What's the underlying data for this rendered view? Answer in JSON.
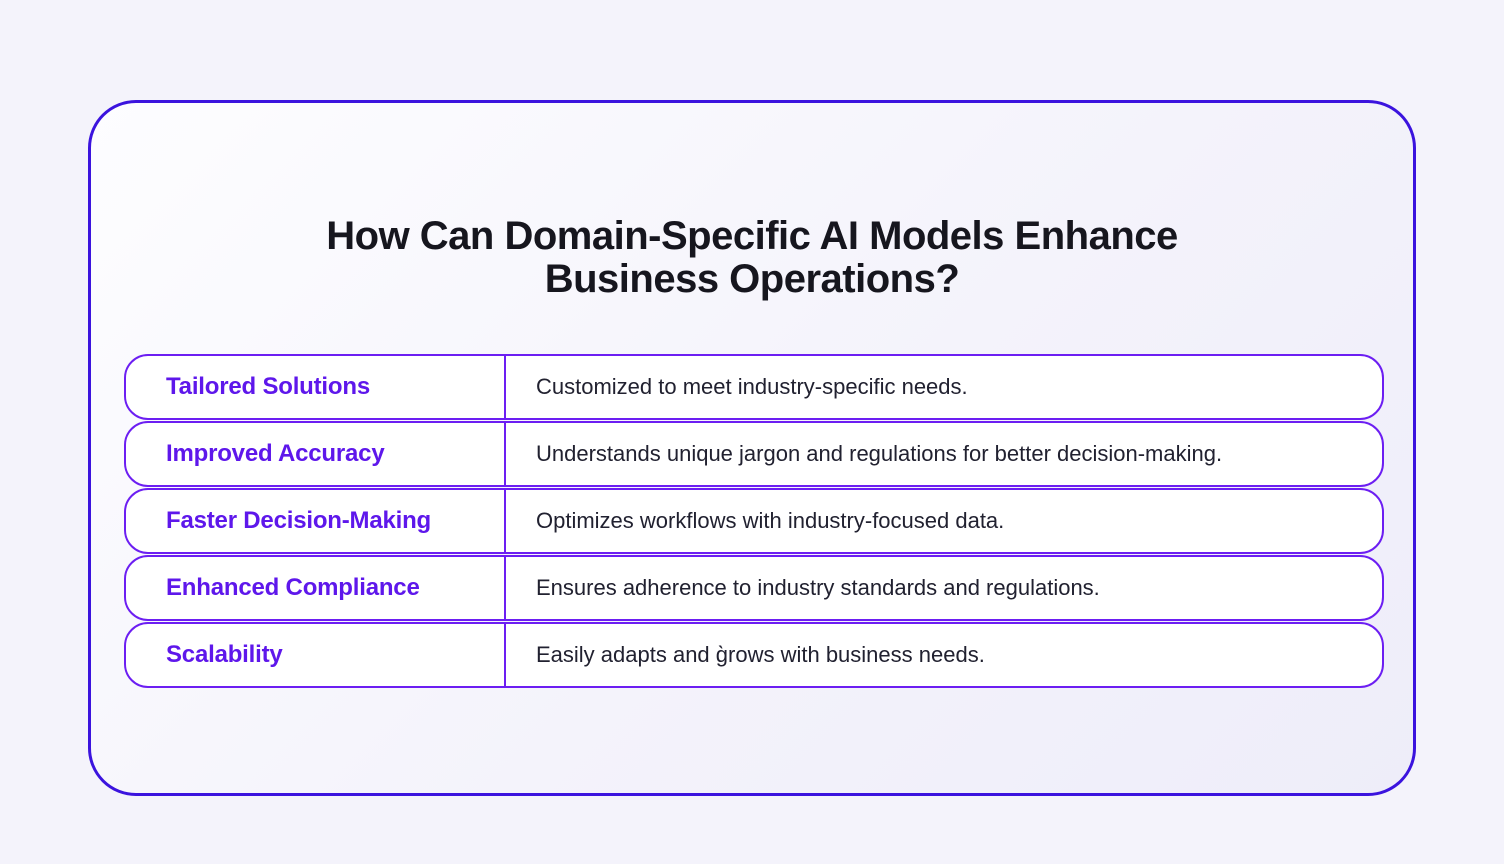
{
  "card": {
    "title": {
      "line1": "How Can Domain-Specific AI Models Enhance",
      "line2": "Business Operations?"
    },
    "table": {
      "rows": [
        {
          "label": "Tailored Solutions",
          "description": "Customized to meet industry-specific needs."
        },
        {
          "label": "Improved Accuracy",
          "description": "Understands unique jargon and regulations for better decision-making."
        },
        {
          "label": "Faster Decision-Making",
          "description": "Optimizes workflows with industry-focused data."
        },
        {
          "label": "Enhanced Compliance",
          "description": "Ensures adherence to industry standards and regulations."
        },
        {
          "label": "Scalability",
          "description": "Easily adapts and g̀rows with business needs."
        }
      ]
    },
    "colors": {
      "page_background": "#f4f3fb",
      "card_background": "#fafafd",
      "card_border": "#3b13de",
      "row_border": "#6c1ef2",
      "row_background": "#ffffff",
      "label_text": "#5e17eb",
      "description_text": "#212130",
      "title_text": "#16161e"
    }
  }
}
